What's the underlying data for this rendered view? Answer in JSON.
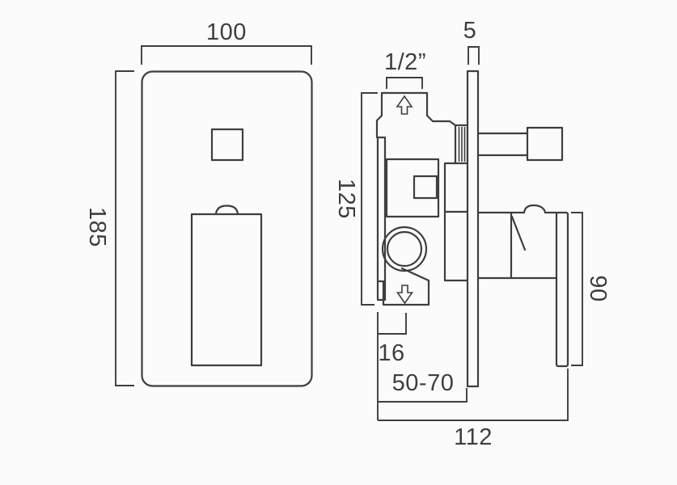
{
  "meta": {
    "drawing_type": "technical dimension drawing",
    "subject": "concealed shower mixer valve, front and side views",
    "background_color": "#fbfbfb",
    "line_color": "#3e3e3e"
  },
  "front_view": {
    "dims": {
      "width": {
        "label": "100"
      },
      "height": {
        "label": "185"
      }
    }
  },
  "side_view": {
    "dims": {
      "inlet_connection": {
        "label": "1/2”"
      },
      "plate_thickness": {
        "label": "5"
      },
      "body_height": {
        "label": "125"
      },
      "outlet_width": {
        "label": "16"
      },
      "wall_depth_range": {
        "label": "50-70"
      },
      "overall_depth": {
        "label": "112"
      },
      "handle_length": {
        "label": "90"
      }
    },
    "icons": {
      "inlet": "up-arrow-icon",
      "outlet": "down-arrow-icon"
    }
  }
}
